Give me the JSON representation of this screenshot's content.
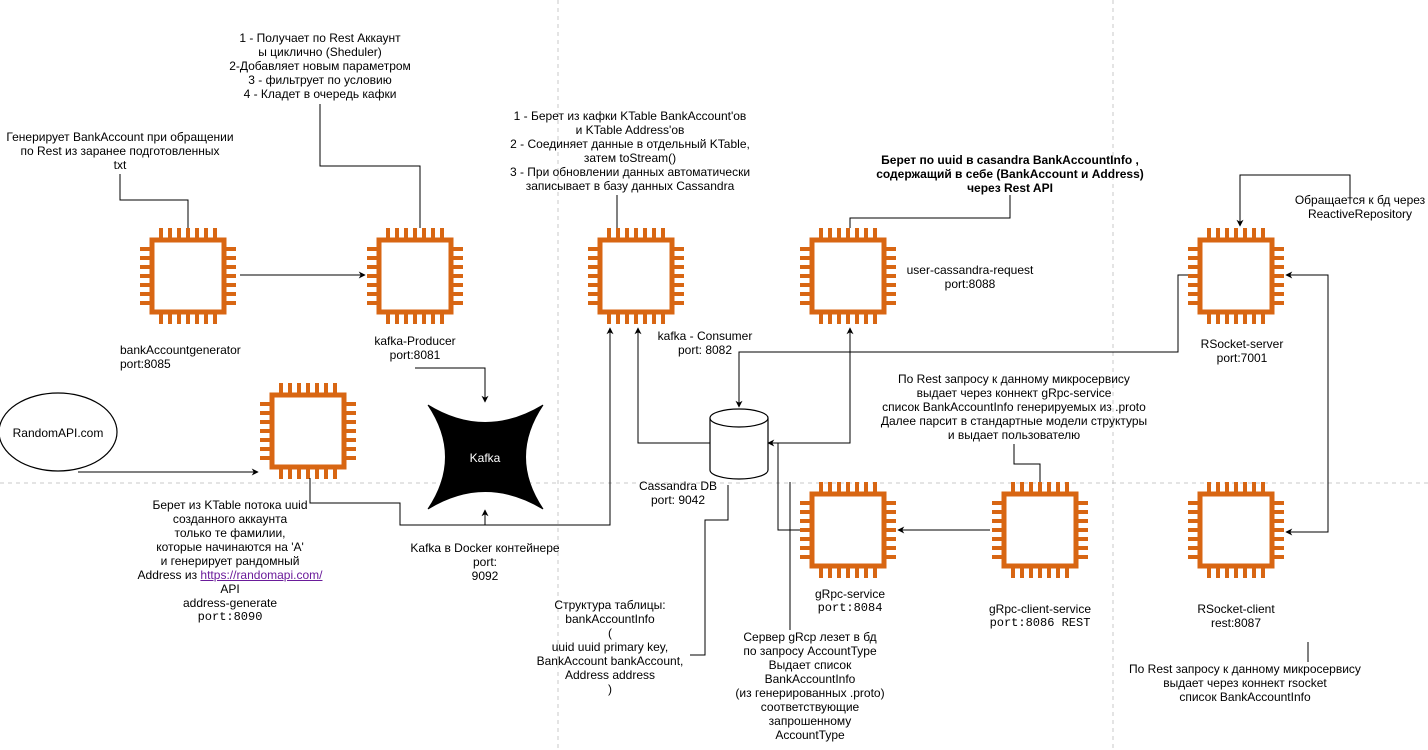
{
  "colors": {
    "chip": "#d86613",
    "edge": "#000000",
    "kafka_fill": "#000000",
    "link": "#6a1b9a",
    "guide": "#c8c8c8"
  },
  "icons": {
    "service": "ec2-chip-icon",
    "kafka": "kafka-star-icon",
    "database": "database-cylinder-icon",
    "external": "ellipse-node-icon"
  },
  "nodes": {
    "bank_account_generator": {
      "name": "bankAccountgenerator",
      "port": "port:8085",
      "note": [
        "Генерирует BankAccount при обращении",
        "по Rest из заранее подготовленных",
        "txt"
      ]
    },
    "kafka_producer": {
      "name": "kafka-Producer",
      "port": "port:8081",
      "note": [
        "1 - Получает по Rest Аккаунт",
        "ы циклично (Sheduler)",
        "2-Добавляет новым параметром",
        "3 - фильтрует по условию",
        "4 - Кладет в очередь кафки"
      ]
    },
    "kafka_consumer": {
      "name": "kafka - Consumer",
      "port": "port: 8082",
      "note": [
        "1 - Берет из кафки KTable BankAccount'ов",
        "и KTable Address'ов",
        "2 - Соединяет данные в отдельный KTable,",
        "затем toStream()",
        "3 - При обновлении данных автоматически",
        "записывает в базу данных Cassandra"
      ]
    },
    "user_cassandra_request": {
      "name": "user-cassandra-request",
      "port": "port:8088",
      "note": [
        "Берет по uuid в casandra BankAccountInfo ,",
        "содержащий в себе (BankAccount и Address)",
        "через Rest API"
      ]
    },
    "rsocket_server": {
      "name": "RSocket-server",
      "port": "port:7001",
      "note": [
        "Обращается к бд через",
        "ReactiveRepository"
      ]
    },
    "random_api": {
      "name": "RandomAPI.com"
    },
    "address_generate": {
      "lines": [
        "Берет из KTable потока uuid",
        "созданного аккаунта",
        "только те фамилии,",
        "которые начинаются на 'A'",
        "и генерирует рандомный"
      ],
      "address_prefix": "Address из ",
      "address_link": "https://randomapi.com/",
      "api": "API",
      "name": "address-generate",
      "port": "port:8090"
    },
    "kafka_docker": {
      "icon_label": "Kafka",
      "lines": [
        "Kafka в Docker контейнере",
        "port:",
        "9092"
      ]
    },
    "cassandra": {
      "name": "Cassandra DB",
      "port": "port: 9042",
      "table": [
        "Структура таблицы:",
        "bankAccountInfo",
        "(",
        "uuid uuid primary key,",
        "BankAccount bankAccount,",
        "Address address",
        ")"
      ]
    },
    "grpc_service": {
      "name": "gRpc-service",
      "port": "port:8084",
      "note": [
        "Сервер gRcp лезет в бд",
        "по запросу AccountType",
        "Выдает список",
        "BankAccountInfo",
        "(из генерированных .proto)",
        "соответствующие",
        "запрошенному",
        "AccountType"
      ]
    },
    "grpc_client_service": {
      "name": "gRpc-client-service",
      "port": "port:8086  REST",
      "note": [
        "По Rest запросу к данному микросервису",
        "выдает через коннект gRpc-service",
        "список BankAccountInfo генерируемых из .proto",
        "Далее парсит в стандартные модели структуры",
        "и выдает пользователю"
      ]
    },
    "rsocket_client": {
      "name": "RSocket-client",
      "port": "rest:8087",
      "note": [
        "По Rest запросу к данному микросервису",
        "выдает через коннект rsocket",
        "список BankAccountInfo"
      ]
    }
  }
}
